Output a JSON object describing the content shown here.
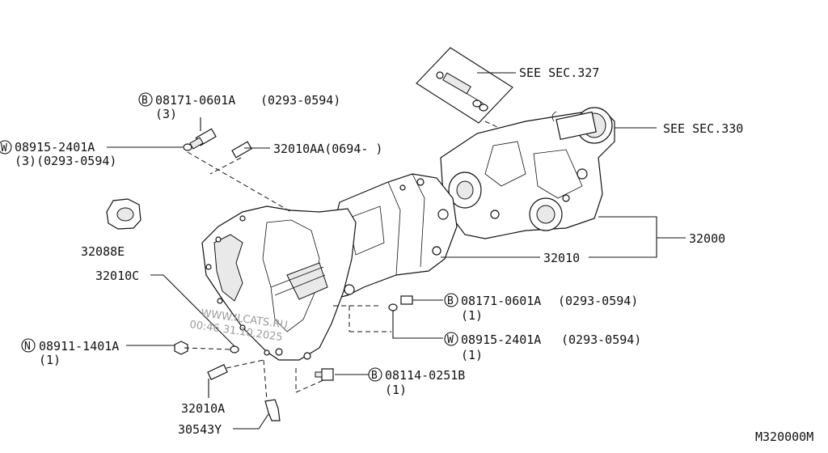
{
  "callouts": {
    "see_sec327": "SEE SEC.327",
    "see_sec330": "SEE SEC.330",
    "part_32000": "32000",
    "part_32010": "32010",
    "part_32010AA": "32010AA(0694-   )",
    "part_32088E": "32088E",
    "part_32010C": "32010C",
    "part_32010A": "32010A",
    "part_30543Y": "30543Y",
    "bolt_top_prefix": "B",
    "bolt_top_num": "08171-0601A",
    "bolt_top_range": "(0293-0594)",
    "bolt_top_qty": "(3)",
    "washer_top_prefix": "W",
    "washer_top_num": "08915-2401A",
    "washer_top_qty": "(3)(0293-0594)",
    "bolt_mid_prefix": "B",
    "bolt_mid_num": "08171-0601A",
    "bolt_mid_range": "(0293-0594)",
    "bolt_mid_qty": "(1)",
    "washer_mid_prefix": "W",
    "washer_mid_num": "08915-2401A",
    "washer_mid_range": "(0293-0594)",
    "washer_mid_qty": "(1)",
    "nut_prefix": "N",
    "nut_num": "08911-1401A",
    "nut_qty": "(1)",
    "bolt_bot_prefix": "B",
    "bolt_bot_num": "08114-0251B",
    "bolt_bot_qty": "(1)"
  },
  "watermark": {
    "line1": "WWW.ILCATS.RU",
    "line2": "00:46 31.10.2025"
  },
  "figure_code": "M320000M"
}
